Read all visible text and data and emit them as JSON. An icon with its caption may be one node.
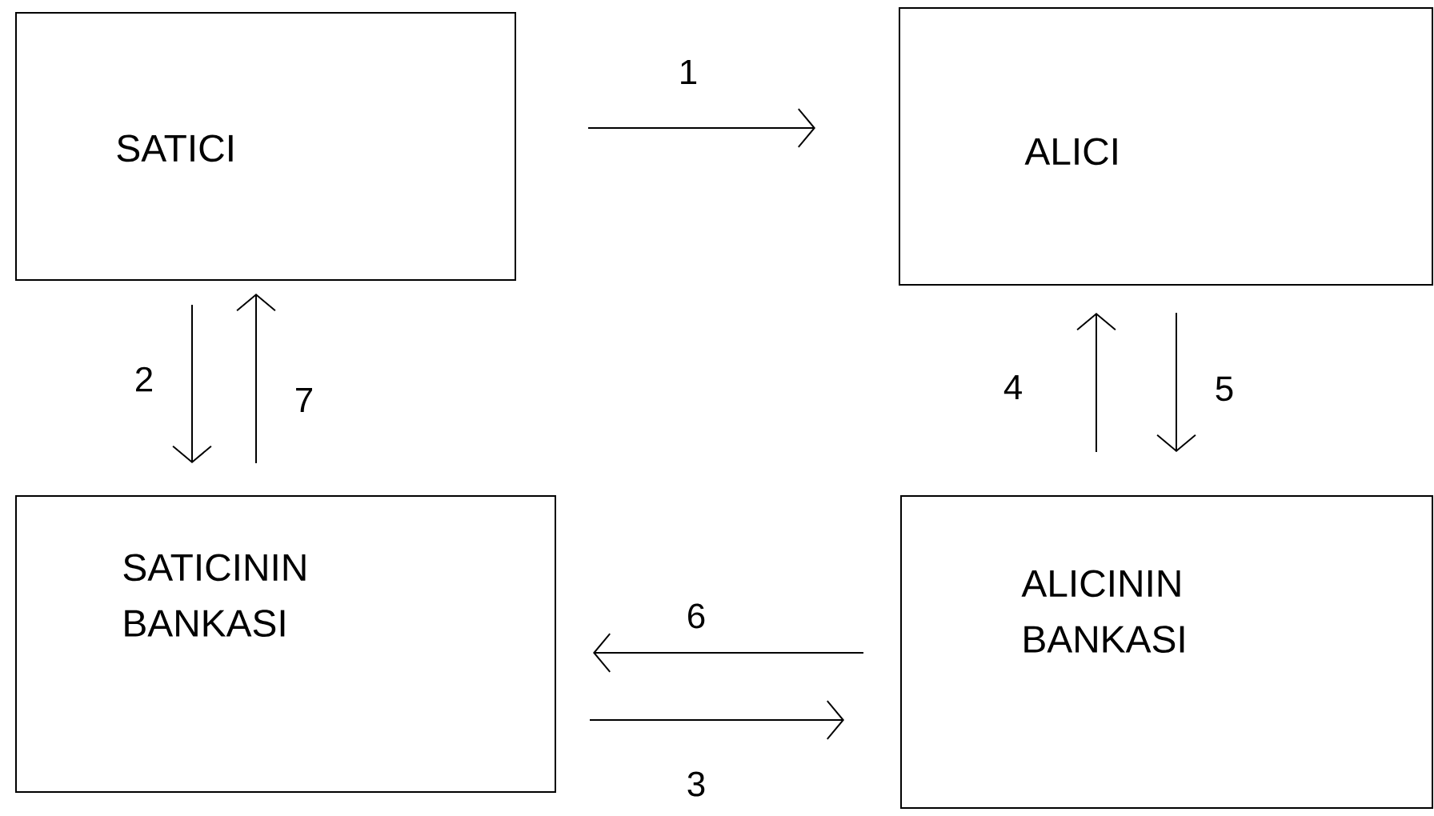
{
  "diagram": {
    "nodes": [
      {
        "text": [
          "SATICI"
        ]
      },
      {
        "text": [
          "ALICI"
        ]
      },
      {
        "text": [
          "SATICININ BANKASI"
        ]
      },
      {
        "text": [
          "ALICININ BANKASI"
        ]
      }
    ],
    "edges": [
      {
        "from": 0,
        "to": 1,
        "arrow": "to",
        "label": "1"
      },
      {
        "from": 0,
        "to": 2,
        "arrow": "to",
        "label": "2"
      },
      {
        "from": 2,
        "to": 0,
        "arrow": "to",
        "label": "7"
      },
      {
        "from": 2,
        "to": 3,
        "arrow": "to",
        "label": "3"
      },
      {
        "from": 3,
        "to": 1,
        "arrow": "to",
        "label": "4"
      },
      {
        "from": 1,
        "to": 3,
        "arrow": "to",
        "label": "5"
      },
      {
        "from": 3,
        "to": 2,
        "arrow": "to",
        "label": "6"
      }
    ]
  }
}
